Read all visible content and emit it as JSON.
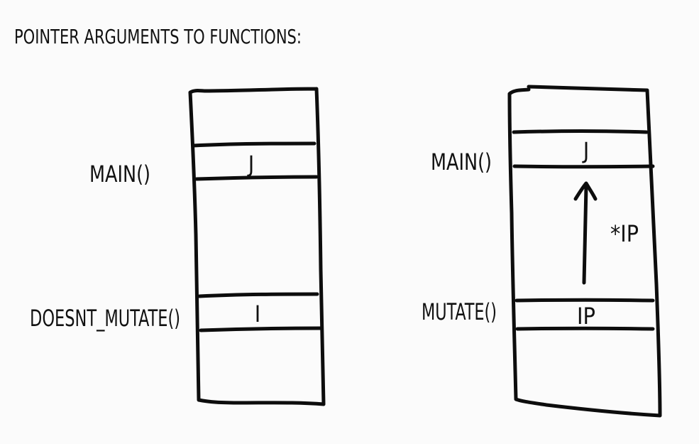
{
  "title": "POINTER ARGUMENTS TO FUNCTIONS:",
  "left_stack": {
    "frames": [
      {
        "function": "MAIN()",
        "variable": "J"
      },
      {
        "function": "DOESNT_MUTATE()",
        "variable": "I"
      }
    ]
  },
  "right_stack": {
    "frames": [
      {
        "function": "MAIN()",
        "variable": "J"
      },
      {
        "function": "MUTATE()",
        "variable": "IP"
      }
    ],
    "pointer_label": "*IP"
  }
}
